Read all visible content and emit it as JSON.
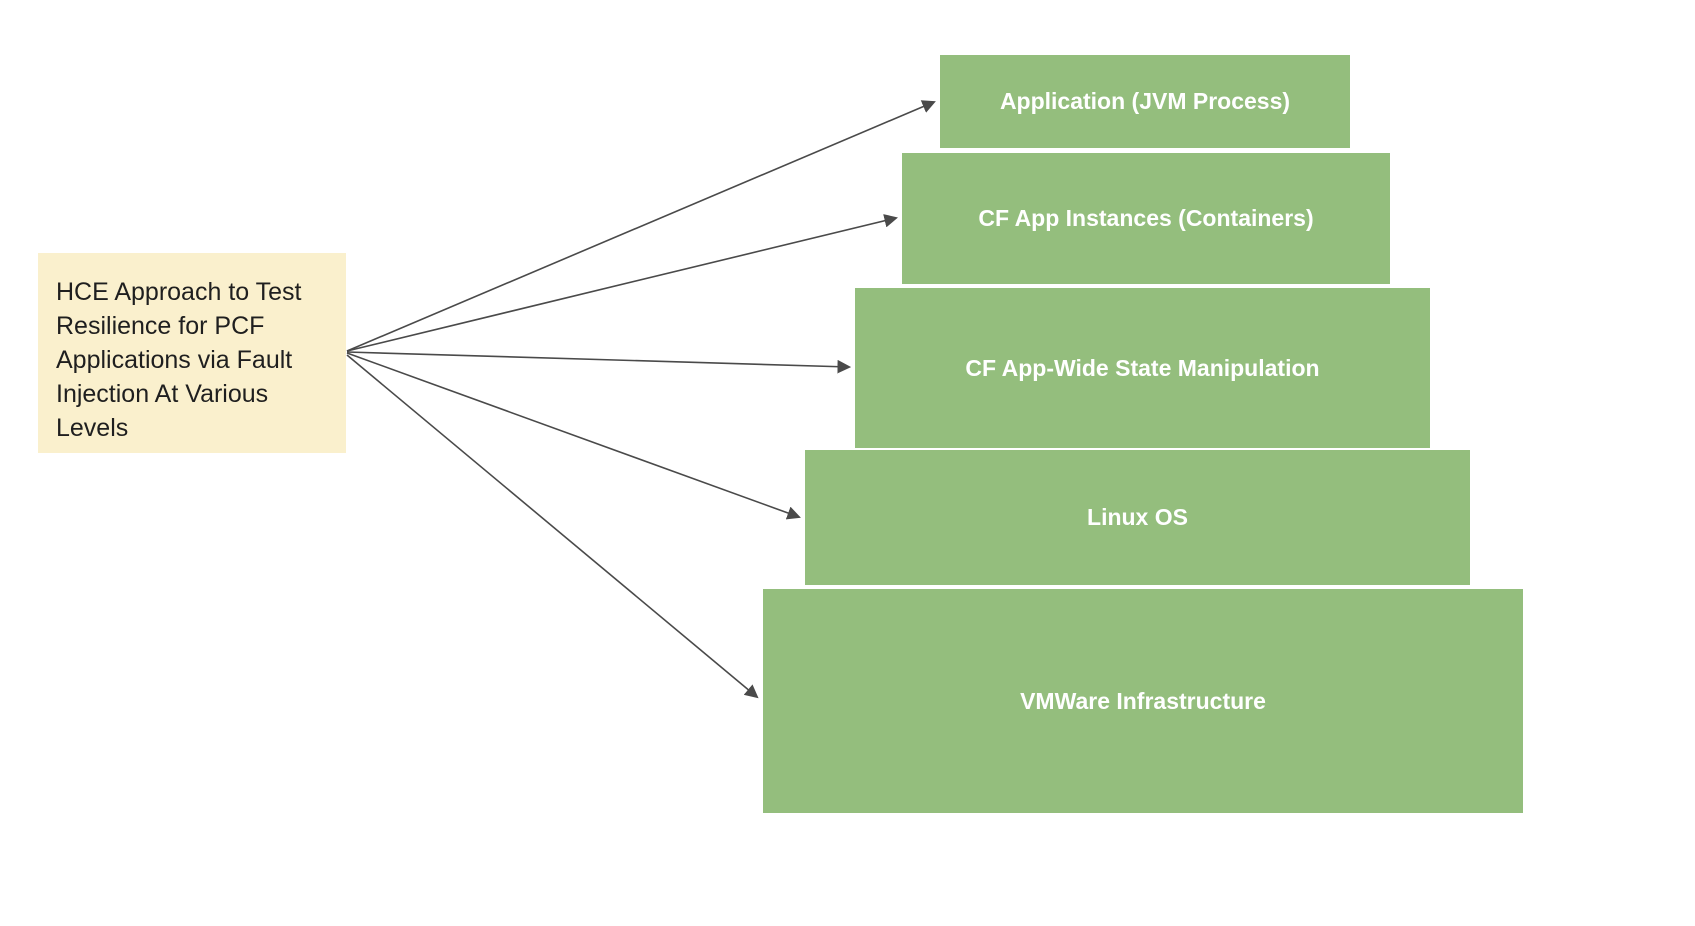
{
  "diagram": {
    "source_box": {
      "label": "HCE Approach to Test Resilience for PCF Applications via Fault Injection At Various Levels",
      "bg_color": "#FAF0CD",
      "text_color": "#1f1f1f"
    },
    "levels": [
      {
        "label": "Application (JVM Process)"
      },
      {
        "label": "CF App Instances (Containers)"
      },
      {
        "label": "CF App-Wide State Manipulation"
      },
      {
        "label": "Linux OS"
      },
      {
        "label": "VMWare Infrastructure"
      }
    ],
    "level_color": "#94BE7D",
    "level_text_color": "#FFFFFF",
    "arrow_color": "#4A4A4A",
    "background_color": "#FFFFFF"
  }
}
